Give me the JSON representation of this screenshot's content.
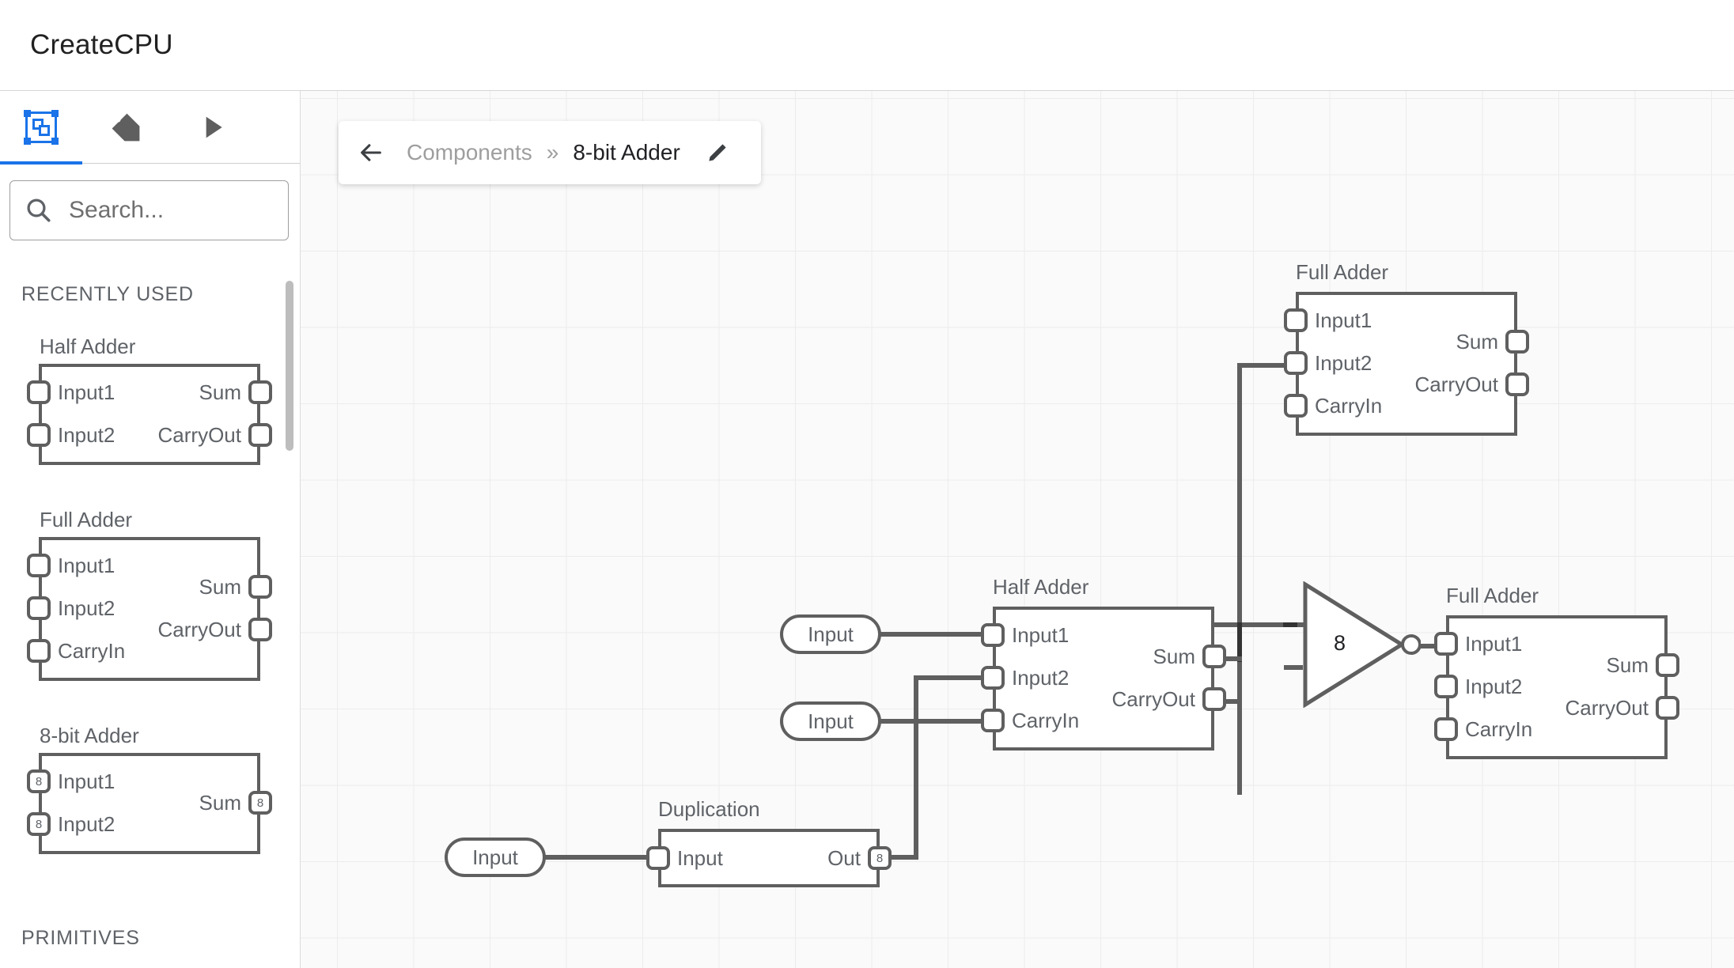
{
  "app": {
    "title": "CreateCPU"
  },
  "sidebar": {
    "tabs": [
      {
        "name": "components",
        "icon": "components-icon",
        "active": true
      },
      {
        "name": "labels",
        "icon": "tag-icon",
        "active": false
      },
      {
        "name": "run",
        "icon": "play-icon",
        "active": false
      }
    ],
    "search": {
      "value": "",
      "placeholder": "Search..."
    },
    "sections": [
      {
        "label": "RECENTLY USED"
      },
      {
        "label": "PRIMITIVES"
      }
    ],
    "recently_used": [
      {
        "title": "Half Adder",
        "inputs": [
          {
            "label": "Input1",
            "width": ""
          },
          {
            "label": "Input2",
            "width": ""
          }
        ],
        "outputs": [
          {
            "label": "Sum",
            "width": ""
          },
          {
            "label": "CarryOut",
            "width": ""
          }
        ]
      },
      {
        "title": "Full Adder",
        "inputs": [
          {
            "label": "Input1",
            "width": ""
          },
          {
            "label": "Input2",
            "width": ""
          },
          {
            "label": "CarryIn",
            "width": ""
          }
        ],
        "outputs": [
          {
            "label": "Sum",
            "width": ""
          },
          {
            "label": "CarryOut",
            "width": ""
          }
        ]
      },
      {
        "title": "8-bit Adder",
        "inputs": [
          {
            "label": "Input1",
            "width": "8"
          },
          {
            "label": "Input2",
            "width": "8"
          }
        ],
        "outputs": [
          {
            "label": "Sum",
            "width": "8"
          }
        ]
      }
    ]
  },
  "breadcrumb": {
    "back_icon": "arrow-left-icon",
    "root": "Components",
    "separator": "»",
    "current": "8-bit Adder",
    "edit_icon": "pencil-icon"
  },
  "canvas": {
    "blocks": [
      {
        "id": "full-adder-top",
        "title": "Full Adder",
        "inputs": [
          {
            "label": "Input1"
          },
          {
            "label": "Input2"
          },
          {
            "label": "CarryIn"
          }
        ],
        "outputs": [
          {
            "label": "Sum"
          },
          {
            "label": "CarryOut"
          }
        ]
      },
      {
        "id": "half-adder-mid",
        "title": "Half Adder",
        "inputs": [
          {
            "label": "Input1"
          },
          {
            "label": "Input2"
          },
          {
            "label": "CarryIn"
          }
        ],
        "outputs": [
          {
            "label": "Sum"
          },
          {
            "label": "CarryOut"
          }
        ]
      },
      {
        "id": "full-adder-right",
        "title": "Full Adder",
        "inputs": [
          {
            "label": "Input1"
          },
          {
            "label": "Input2"
          },
          {
            "label": "CarryIn"
          }
        ],
        "outputs": [
          {
            "label": "Sum"
          },
          {
            "label": "CarryOut"
          }
        ]
      },
      {
        "id": "duplication",
        "title": "Duplication",
        "inputs": [
          {
            "label": "Input",
            "width": ""
          }
        ],
        "outputs": [
          {
            "label": "Out",
            "width": "8"
          }
        ]
      }
    ],
    "not_gate": {
      "label": "8"
    },
    "input_pills": [
      {
        "id": "input-pill-1",
        "label": "Input"
      },
      {
        "id": "input-pill-2",
        "label": "Input"
      },
      {
        "id": "input-pill-3",
        "label": "Input"
      }
    ]
  },
  "colors": {
    "accent": "#1a73e8",
    "stroke": "#5f5f5f",
    "text_primary": "#202124",
    "text_muted": "#5f6368",
    "grid": "#eeeeee",
    "canvas_bg": "#fafafa"
  }
}
